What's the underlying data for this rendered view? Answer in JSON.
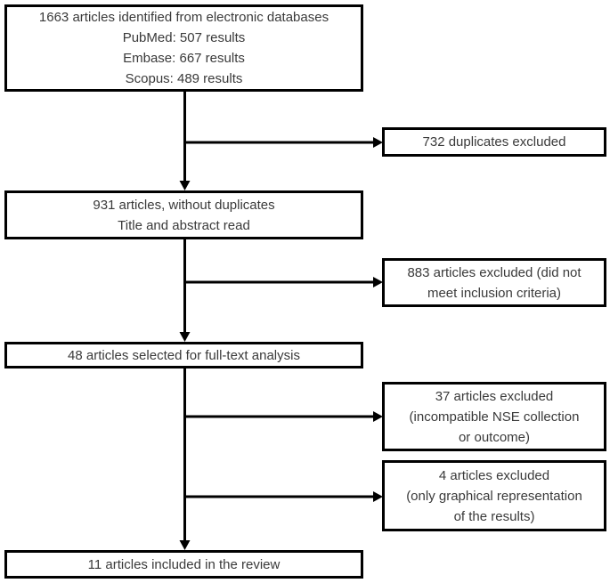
{
  "colors": {
    "box_border": "#000000",
    "box_fill": "#ffffff",
    "text": "#3a3a3a",
    "arrow": "#000000",
    "background": "#ffffff"
  },
  "boxes": {
    "identified": {
      "text": "1663 articles identified from electronic databases\nPubMed: 507 results\nEmbase: 667 results\nScopus: 489 results"
    },
    "duplicates_excluded": {
      "text": "732 duplicates excluded"
    },
    "deduplicated": {
      "text": "931 articles, without duplicates\nTitle and abstract read"
    },
    "criteria_excluded": {
      "text": "883 articles excluded (did not\nmeet inclusion criteria)"
    },
    "fulltext": {
      "text": "48 articles selected for full-text analysis"
    },
    "nse_excluded": {
      "text": "37 articles excluded\n(incompatible NSE collection\nor outcome)"
    },
    "graphical_excluded": {
      "text": "4 articles excluded\n(only graphical representation\nof the results)"
    },
    "included": {
      "text": "11 articles included in the review"
    }
  }
}
